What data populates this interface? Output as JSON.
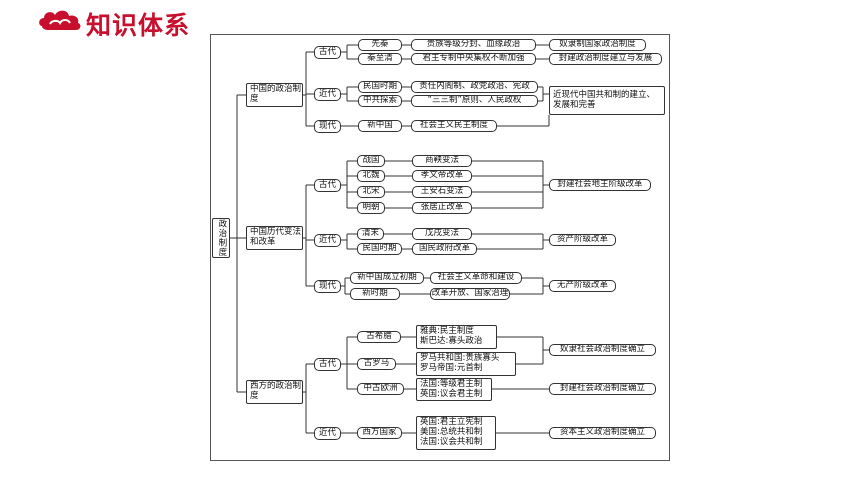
{
  "header": {
    "title": "知识体系",
    "accent": "#c8102e"
  },
  "root": "政治制度",
  "sections": {
    "china": {
      "label": "中国的政治制度",
      "ancient": {
        "period": "古代",
        "items": [
          {
            "era": "先秦",
            "content": "贵族等级分封、血缘政治",
            "result": "奴隶制国家政治制度"
          },
          {
            "era": "秦至清",
            "content": "君主专制中央集权不断加强",
            "result": "封建政治制度建立与发展"
          }
        ]
      },
      "modern": {
        "period": "近代",
        "items": [
          {
            "era": "民国时期",
            "content": "责任内阁制、政党政治、宪政"
          },
          {
            "era": "中共探索",
            "content": "“三三制”原则、人民政权"
          }
        ],
        "result": "近现代中国共和制的建立、发展和完善"
      },
      "contemporary": {
        "period": "现代",
        "era": "新中国",
        "content": "社会主义民主制度"
      }
    },
    "reform": {
      "label": "中国历代变法和改革",
      "ancient": {
        "period": "古代",
        "items": [
          {
            "era": "战国",
            "content": "商鞅变法"
          },
          {
            "era": "北魏",
            "content": "孝文帝改革"
          },
          {
            "era": "北宋",
            "content": "王安石变法"
          },
          {
            "era": "明朝",
            "content": "张居正改革"
          }
        ],
        "result": "封建社会地主阶级改革"
      },
      "modern": {
        "period": "近代",
        "items": [
          {
            "era": "清末",
            "content": "戊戌变法"
          },
          {
            "era": "民国时期",
            "content": "国民政府改革"
          }
        ],
        "result": "资产阶级改革"
      },
      "contemporary": {
        "period": "现代",
        "items": [
          {
            "era": "新中国成立初期",
            "content": "社会主义革命和建设"
          },
          {
            "era": "新时期",
            "content": "改革开放、国家治理"
          }
        ],
        "result": "无产阶级改革"
      }
    },
    "west": {
      "label": "西方的政治制度",
      "ancient": {
        "period": "古代",
        "greece": {
          "era": "古希腊",
          "content": "雅典:民主制度\n斯巴达:寡头政治"
        },
        "rome": {
          "era": "古罗马",
          "content": "罗马共和国:贵族寡头\n罗马帝国:元首制"
        },
        "ancient_result": "奴隶社会政治制度确立",
        "medieval": {
          "era": "中古欧洲",
          "content": "法国:等级君主制\n英国:议会君主制",
          "result": "封建社会政治制度确立"
        }
      },
      "modern": {
        "period": "近代",
        "era": "西方国家",
        "content": "英国:君主立宪制\n美国:总统共和制\n法国:议会共和制",
        "result": "资本主义政治制度确立"
      }
    }
  }
}
